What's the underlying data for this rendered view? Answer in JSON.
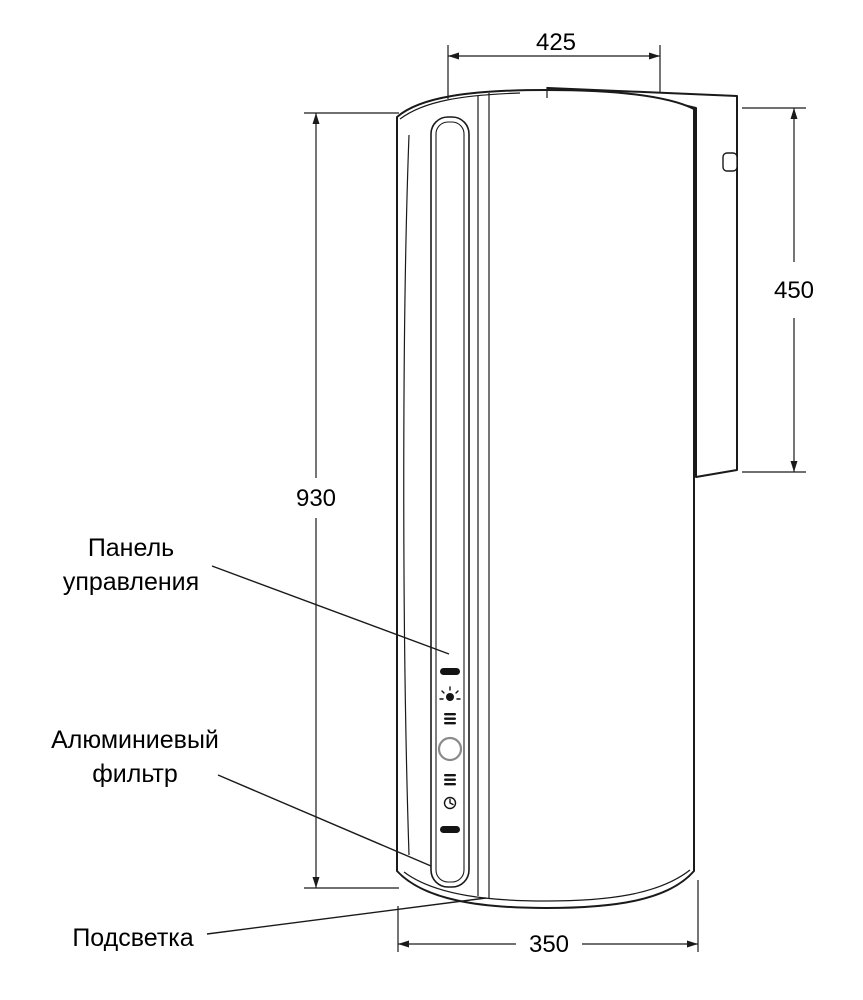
{
  "diagram": {
    "title": "Cooker hood dimensional drawing",
    "dimensions": {
      "top_width": "425",
      "right_height": "450",
      "left_height": "930",
      "bottom_width": "350"
    },
    "labels": {
      "control_panel": [
        "Панель",
        "управления"
      ],
      "aluminum_filter": [
        "Алюминиевый",
        "фильтр"
      ],
      "backlight": "Подсветка"
    },
    "icons": {
      "light": "light-icon",
      "fan_speed_low": "fan-speed-low-icon",
      "power": "power-button-ring",
      "fan_speed_high": "fan-speed-high-icon",
      "timer": "timer-icon"
    },
    "colors": {
      "line": "#1a1a1a",
      "power_ring": "#8a8a8a",
      "background": "#ffffff"
    }
  }
}
